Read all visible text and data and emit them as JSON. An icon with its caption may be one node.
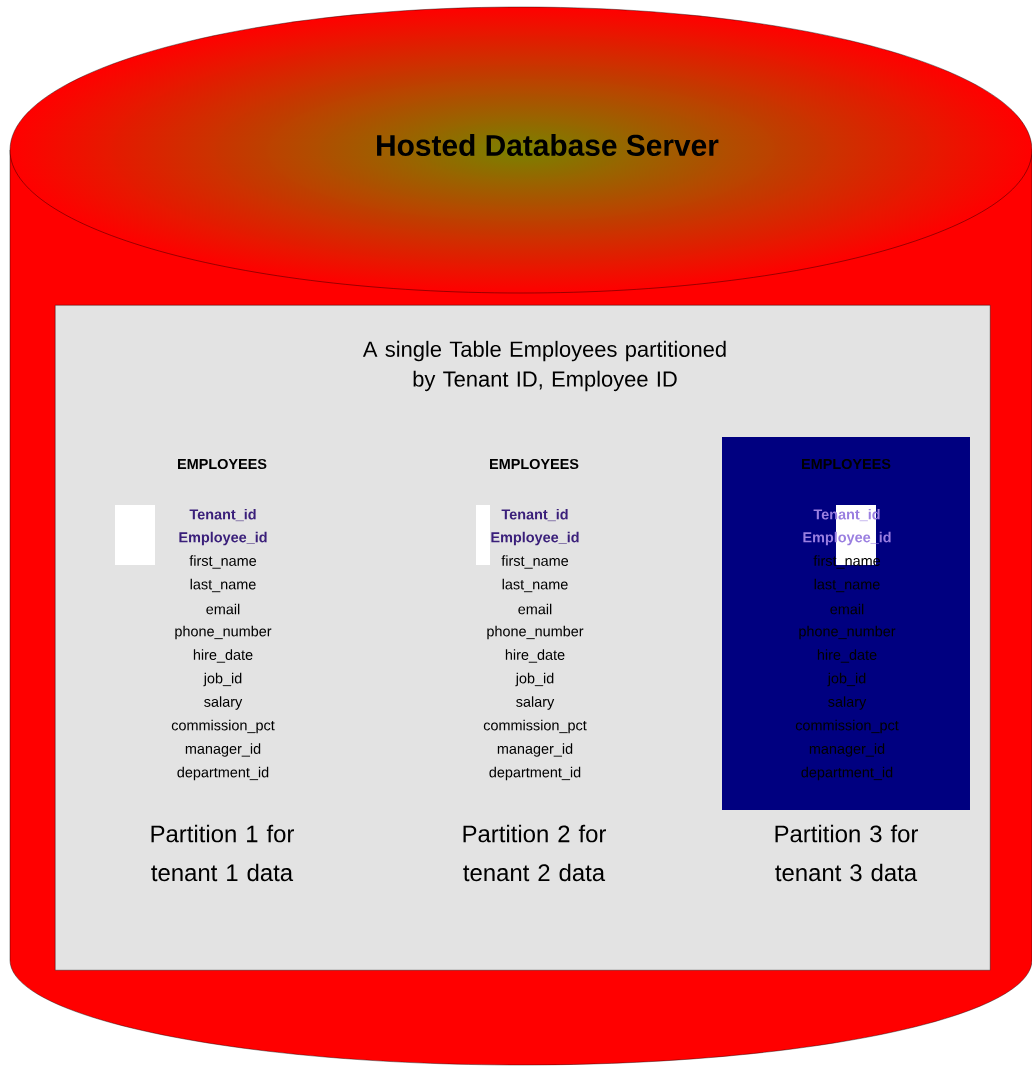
{
  "diagram": {
    "nodes": [
      {
        "text": [
          "Hosted Database Server"
        ]
      },
      {
        "text": [
          "A single Table Employees partitioned by Tenant ID, Employee ID"
        ],
        "in": 0
      },
      {
        "text": [
          "EMPLOYEES",
          "Tenant_id",
          "Employee_id",
          "first_name",
          "last_name",
          "email",
          "phone_number",
          "hire_date",
          "job_id",
          "salary",
          "commission_pct",
          "manager_id",
          "department_id"
        ],
        "beside": [
          "Partition 3 for tenant 3 data"
        ],
        "in": 1
      }
    ],
    "labels": [
      "EMPLOYEES",
      "Tenant_id",
      "Employee_id",
      "first_name",
      "last_name",
      "email",
      "phone_number",
      "hire_date",
      "job_id",
      "salary",
      "commission_pct",
      "manager_id",
      "department_id",
      "Partition 1 for tenant 1 data",
      "EMPLOYEES",
      "Tenant_id",
      "Employee_id",
      "first_name",
      "last_name",
      "email",
      "phone_number",
      "hire_date",
      "job_id",
      "salary",
      "commission_pct",
      "manager_id",
      "department_id",
      "Partition 2 for tenant 2 data"
    ]
  }
}
